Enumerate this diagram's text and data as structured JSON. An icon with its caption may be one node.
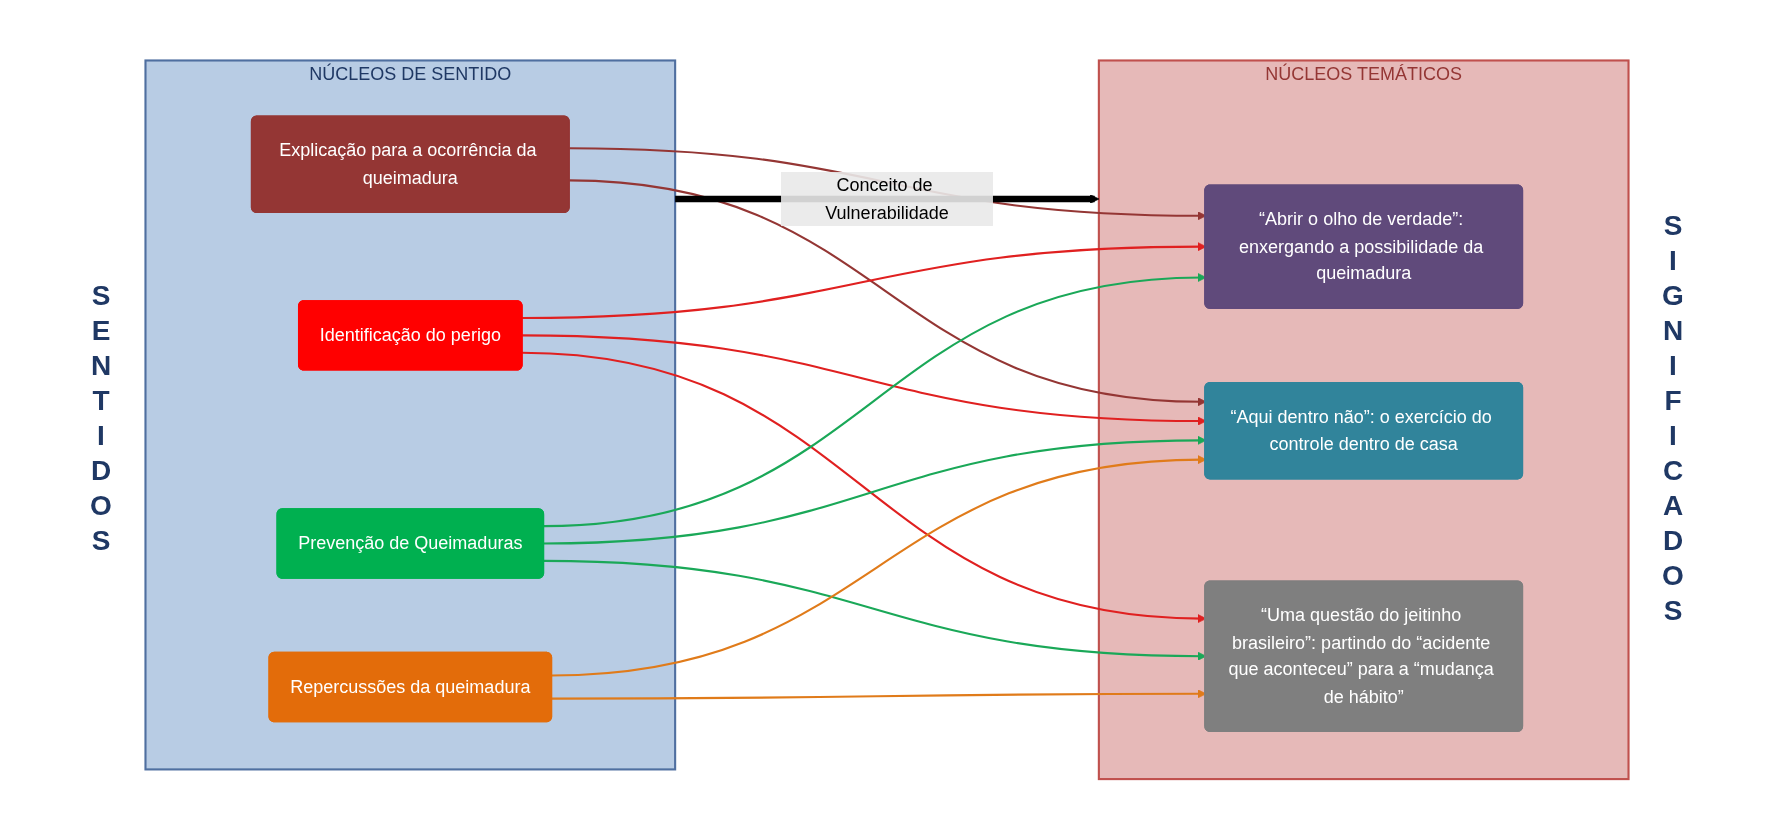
{
  "diagram": {
    "nodes": [
      {
        "text": [
          "NÚCLEOS DE SENTIDO"
        ]
      },
      {
        "text": [
          "Explicação para a ocorrência da queimadura"
        ],
        "in": 0
      },
      {
        "text": [
          "Identificação do perigo"
        ],
        "in": 0
      },
      {
        "text": [
          "Prevenção de Queimaduras"
        ],
        "in": 0
      },
      {
        "text": [
          "Repercussões da queimadura"
        ],
        "in": 0
      },
      {
        "text": [
          "NÚCLEOS TEMÁTICOS"
        ]
      },
      {
        "text": [
          "“Abrir o olho de verdade”: enxergando a possibilidade da queimadura"
        ],
        "in": 5
      },
      {
        "text": [
          "“Aqui dentro não”: o exercício do controle dentro de casa"
        ],
        "in": 5
      },
      {
        "text": [
          "“Uma questão do jeitinho brasileiro”: partindo do “acidente que aconteceu” para a “mudança de hábito”"
        ],
        "in": 5
      }
    ],
    "edges": [
      {
        "from": 0,
        "to": 5,
        "arrow": "to",
        "label": "Conceito de Vulnerabilidade",
        "style": "thick",
        "color": "#000000"
      },
      {
        "from": 1,
        "to": 6,
        "arrow": "to",
        "color": "#943634"
      },
      {
        "from": 1,
        "to": 7,
        "arrow": "to",
        "color": "#943634"
      },
      {
        "from": 2,
        "to": 6,
        "arrow": "to",
        "color": "#e02020"
      },
      {
        "from": 2,
        "to": 7,
        "arrow": "to",
        "color": "#e02020"
      },
      {
        "from": 2,
        "to": 8,
        "arrow": "to",
        "color": "#e02020"
      },
      {
        "from": 3,
        "to": 6,
        "arrow": "to",
        "color": "#1aa858"
      },
      {
        "from": 3,
        "to": 7,
        "arrow": "to",
        "color": "#1aa858"
      },
      {
        "from": 3,
        "to": 8,
        "arrow": "to",
        "color": "#1aa858"
      },
      {
        "from": 4,
        "to": 7,
        "arrow": "to",
        "color": "#e07b1a"
      },
      {
        "from": 4,
        "to": 8,
        "arrow": "to",
        "color": "#e07b1a"
      }
    ],
    "labels": [
      "SENTIDOS",
      "SIGNIFICADOS"
    ]
  }
}
